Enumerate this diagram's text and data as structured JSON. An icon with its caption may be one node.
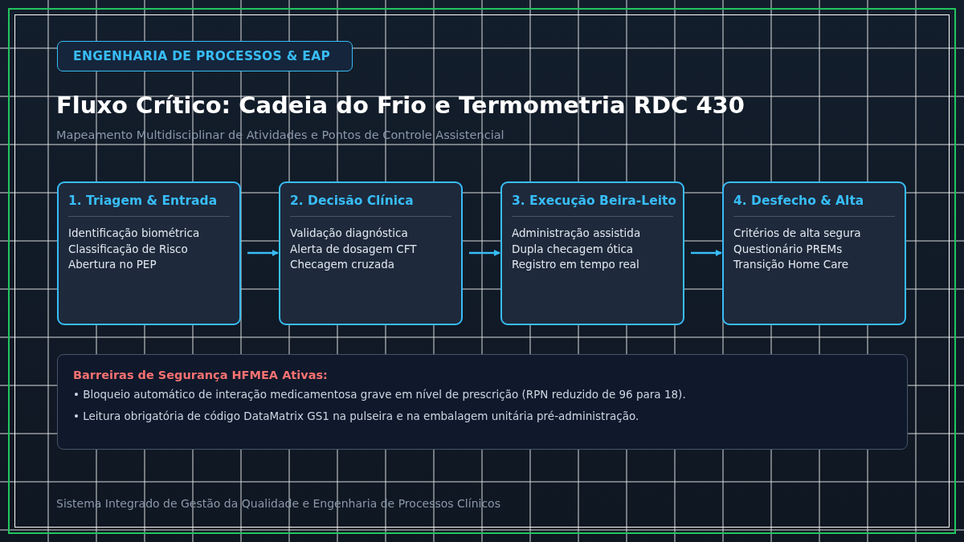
{
  "diagram": {
    "title": "Fluxo Crítico: Cadeia do Frio e Termometria RDC 430",
    "caption": "Mapeamento Multidisciplinar de Atividades e Pontos de Controle Assistencial",
    "nodes": [
      {
        "text": [
          "ENGENHARIA DE PROCESSOS & EAP"
        ]
      },
      {
        "text": [
          "1. Triagem & Entrada",
          "Identificação biométrica",
          "Classificação de Risco",
          "Abertura no PEP"
        ]
      },
      {
        "text": [
          "2. Decisão Clínica",
          "Validação diagnóstica",
          "Alerta de dosagem CFT",
          "Checagem cruzada"
        ]
      },
      {
        "text": [
          "3. Execução Beira-Leito",
          "Administração assistida",
          "Dupla checagem ótica",
          "Registro em tempo real"
        ]
      },
      {
        "text": [
          "4. Desfecho & Alta",
          "Critérios de alta segura",
          "Questionário PREMs",
          "Transição Home Care"
        ]
      },
      {
        "text": [
          "Barreiras de Segurança HFMEA Ativas:",
          "• Bloqueio automático de interação medicamentosa grave em nível de prescrição (RPN reduzido de 96 para 18).",
          "• Leitura obrigatória de código DataMatrix GS1 na pulseira e na embalagem unitária pré-administração."
        ]
      }
    ],
    "edges": [
      {
        "from": 1,
        "to": 2,
        "arrow": "to"
      },
      {
        "from": 2,
        "to": 3,
        "arrow": "to"
      },
      {
        "from": 3,
        "to": 4,
        "arrow": "to"
      }
    ],
    "labels": [
      "Sistema Integrado de Gestão da Qualidade e Engenharia de Processos Clínicos"
    ]
  }
}
